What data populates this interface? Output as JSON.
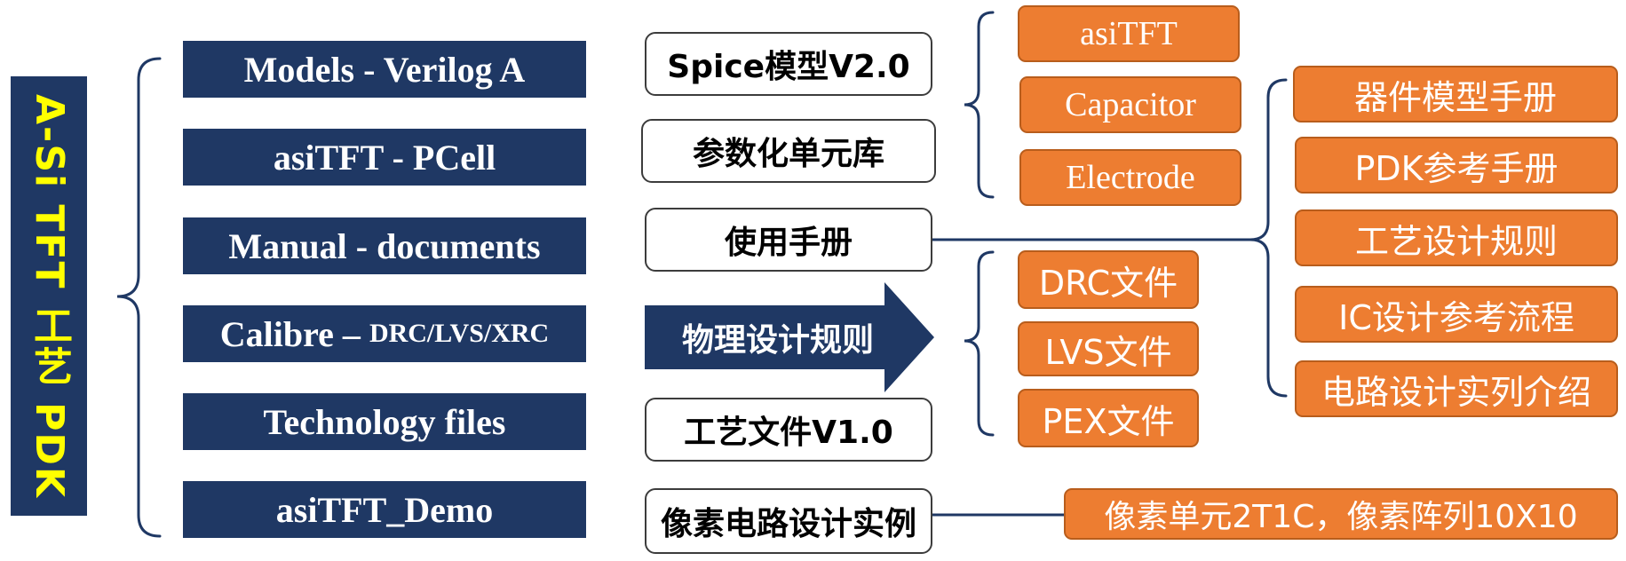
{
  "title": "A-Si  TFT 工艺 PDK",
  "components": [
    "Models - Verilog A",
    "asiTFT - PCell",
    "Manual - documents",
    "Calibre – ",
    "Technology files",
    "asiTFT_Demo"
  ],
  "calibre_suffix": "DRC/LVS/XRC",
  "labels": {
    "spice": "Spice模型V2.0",
    "pcell_lib": "参数化单元库",
    "manual": "使用手册",
    "physical_rules": "物理设计规则",
    "tech_file": "工艺文件V1.0",
    "pixel_demo": "像素电路设计实例"
  },
  "spice_models": [
    "asiTFT",
    "Capacitor",
    "Electrode"
  ],
  "rule_files": [
    "DRC文件",
    "LVS文件",
    "PEX文件"
  ],
  "manual_docs": [
    "器件模型手册",
    "PDK参考手册",
    "工艺设计规则",
    "IC设计参考流程",
    "电路设计实列介绍"
  ],
  "pixel_detail": "像素单元2T1C，像素阵列10X10",
  "colors": {
    "navy": "#1f3864",
    "orange": "#ed7d31",
    "title_text": "#ffff00"
  }
}
